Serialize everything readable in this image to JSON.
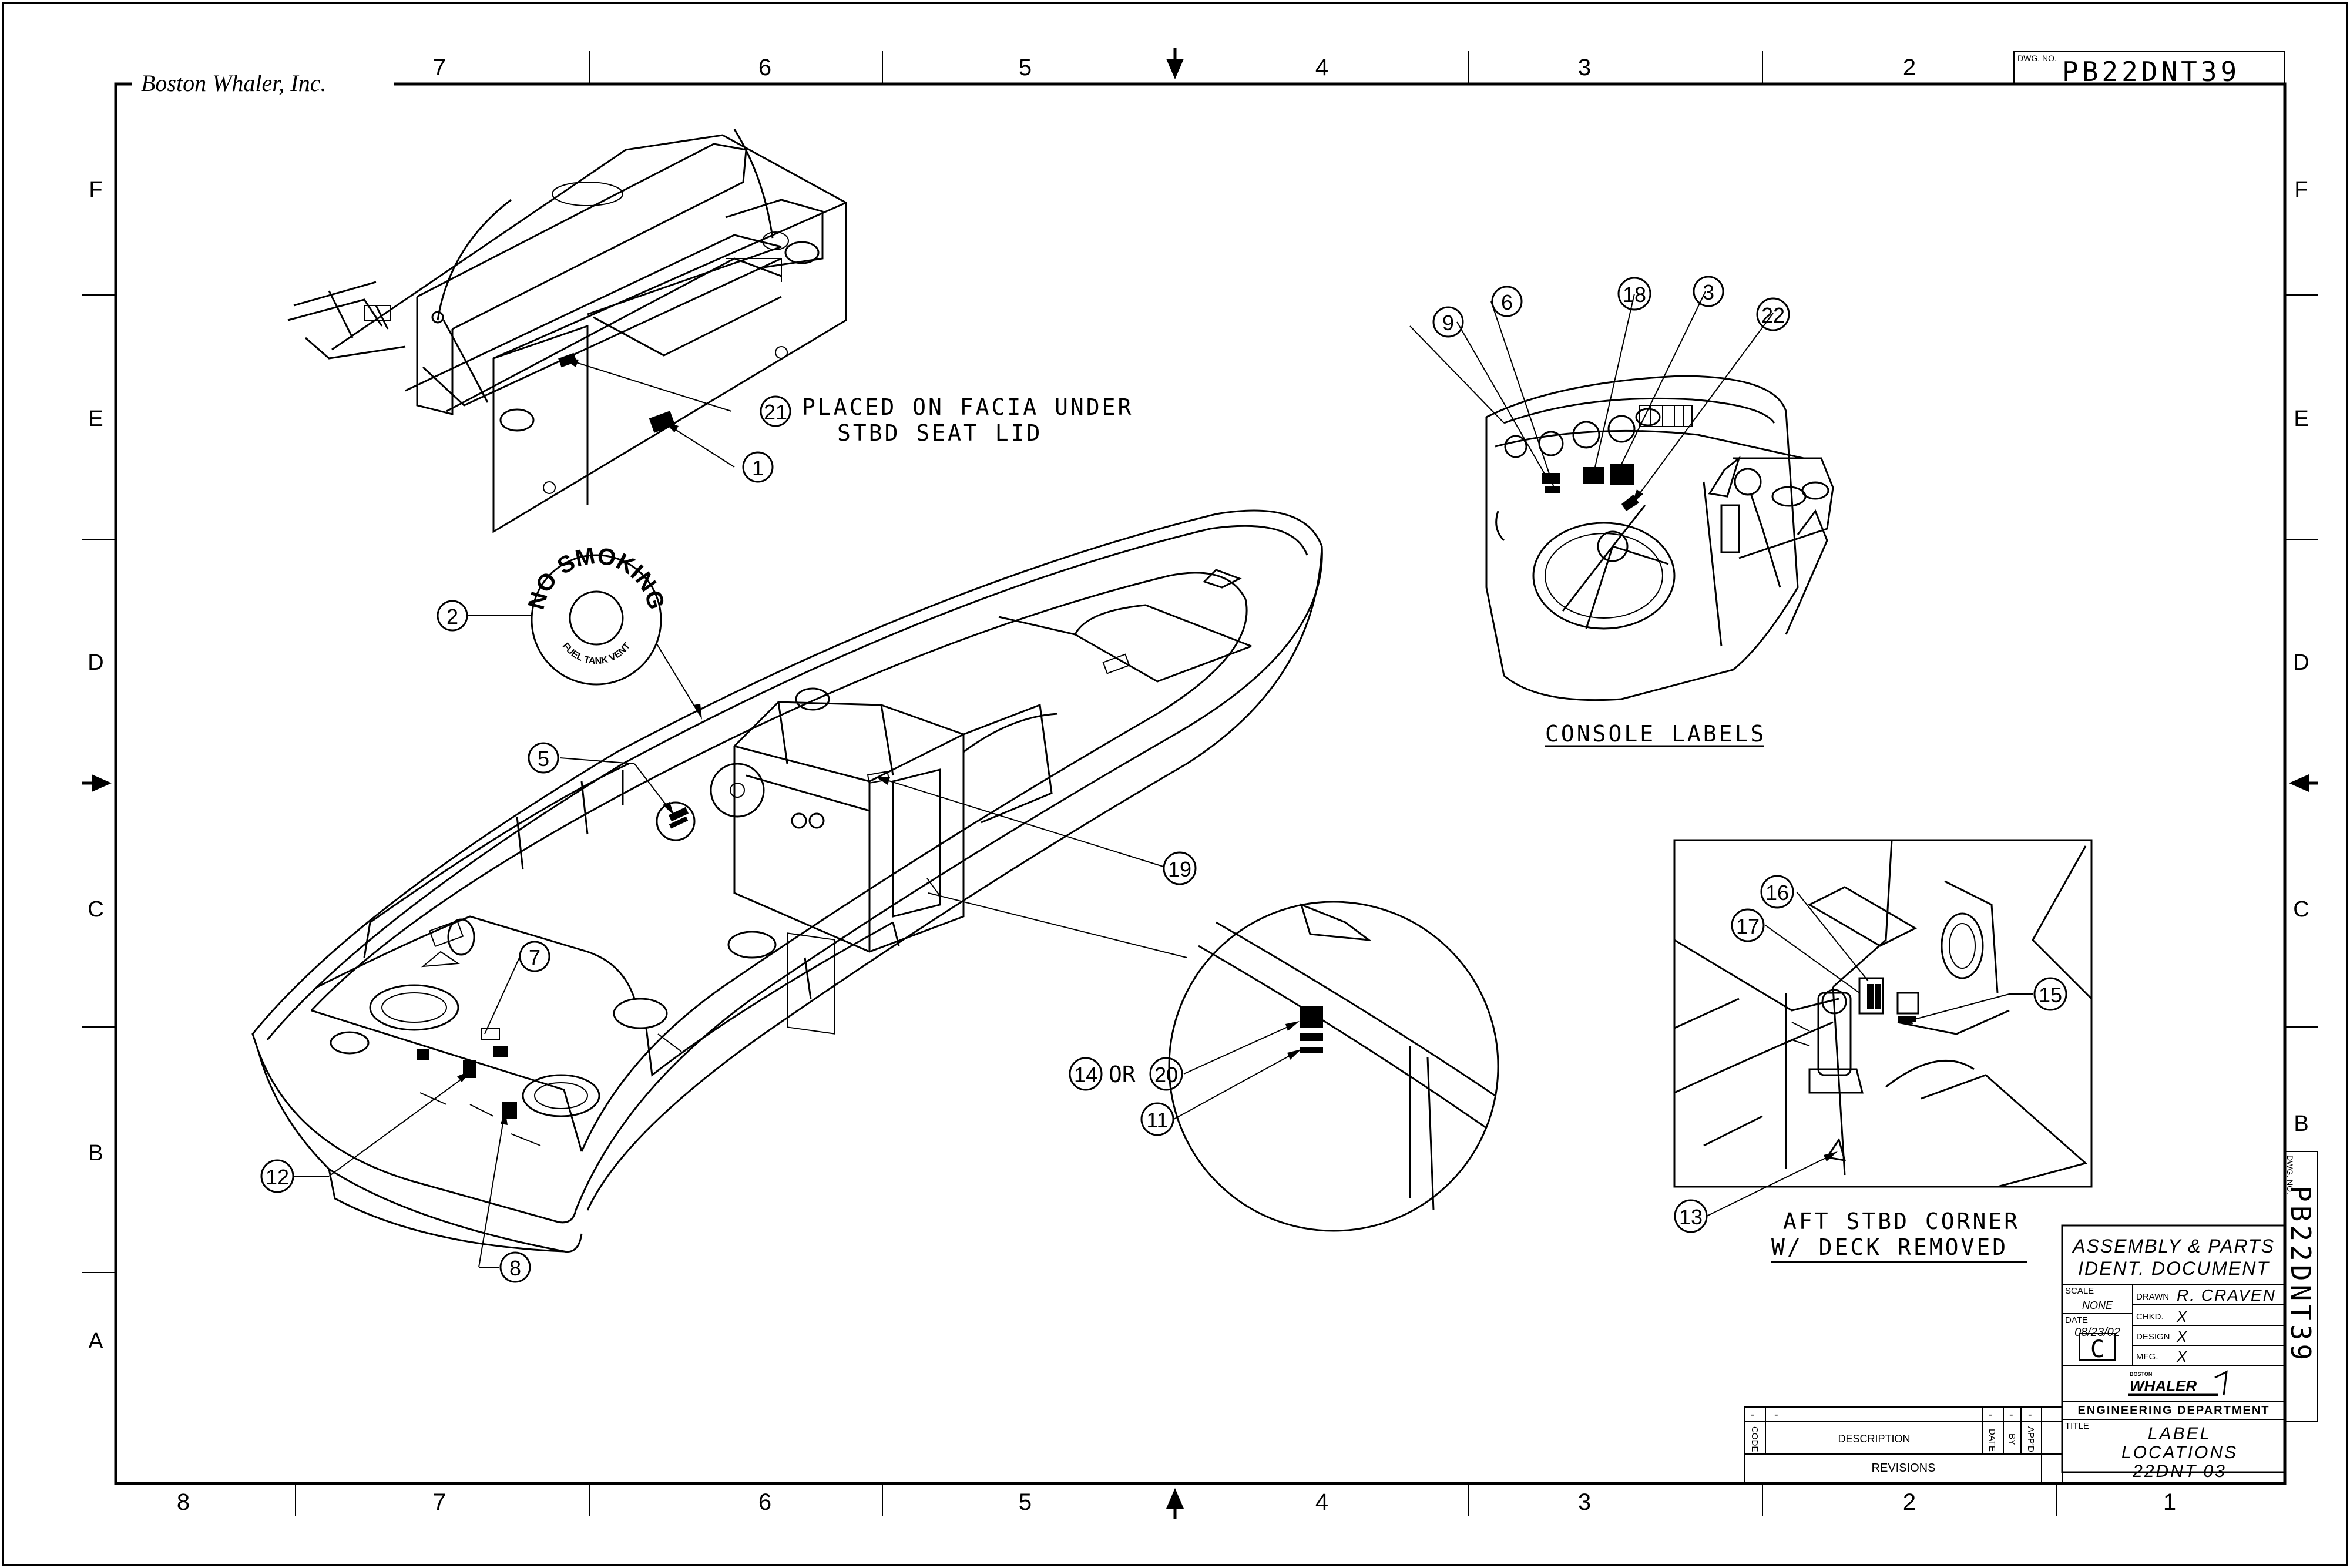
{
  "company": "Boston Whaler, Inc.",
  "dwg_no_label": "DWG. NO.",
  "dwg_no": "PB22DNT39",
  "top_zones": [
    "7",
    "6",
    "5",
    "4",
    "3",
    "2"
  ],
  "bottom_zones": [
    "8",
    "7",
    "6",
    "5",
    "4",
    "3",
    "2",
    "1"
  ],
  "side_zones": [
    "F",
    "E",
    "D",
    "C",
    "B",
    "A"
  ],
  "callouts": {
    "c1": "1",
    "c2": "2",
    "c3": "3",
    "c5": "5",
    "c6": "6",
    "c7": "7",
    "c8": "8",
    "c9": "9",
    "c11": "11",
    "c12": "12",
    "c13": "13",
    "c14": "14",
    "c15": "15",
    "c16": "16",
    "c17": "17",
    "c18": "18",
    "c19": "19",
    "c20": "20",
    "c21": "21",
    "c22": "22",
    "or": "OR"
  },
  "notes": {
    "facia_line1": "PLACED ON FACIA UNDER",
    "facia_line2": "STBD SEAT LID",
    "console_labels": "CONSOLE LABELS",
    "aft_line1": "AFT STBD CORNER",
    "aft_line2": "W/ DECK REMOVED"
  },
  "decal": {
    "ring_text": "NO SMOKING",
    "inner_text": "FUEL TANK VENT"
  },
  "title_block": {
    "doc_line1": "ASSEMBLY & PARTS",
    "doc_line2": "IDENT. DOCUMENT",
    "scale_label": "SCALE",
    "scale_value": "NONE",
    "drawn_label": "DRAWN",
    "drawn_value": "R. CRAVEN",
    "date_label": "DATE",
    "date_value": "08/23/02",
    "chkd_label": "CHKD.",
    "chkd_value": "X",
    "design_label": "DESIGN",
    "design_value": "X",
    "rev_letter": "C",
    "mfg_label": "MFG.",
    "mfg_value": "X",
    "logo_small": "BOSTON",
    "logo_text": "WHALER",
    "engineering": "ENGINEERING DEPARTMENT",
    "title_label": "TITLE",
    "title_line1": "LABEL",
    "title_line2": "LOCATIONS",
    "title_line3": "22DNT-03"
  },
  "revisions": {
    "code": "CODE",
    "description": "DESCRIPTION",
    "date": "DATE",
    "by": "BY",
    "appd": "APP'D",
    "footer": "REVISIONS",
    "dash": "-"
  }
}
